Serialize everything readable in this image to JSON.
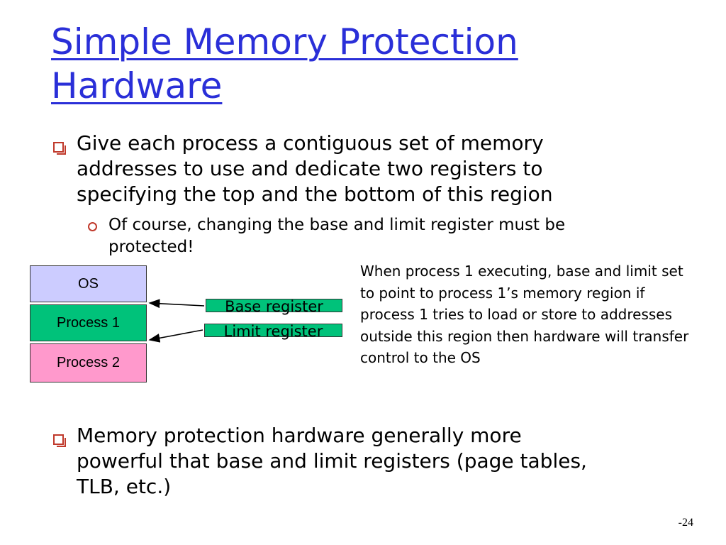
{
  "slide": {
    "title": "Simple Memory Protection Hardware",
    "bullets": [
      {
        "text": " Give each process a contiguous set of memory addresses to use and dedicate two registers to specifying the top and the bottom of this region",
        "sub": "Of course, changing the base and limit register must be protected!"
      },
      {
        "text": "Memory protection hardware generally more powerful that base and limit registers (page tables, TLB, etc.)"
      }
    ],
    "diagram": {
      "blocks": [
        "OS",
        "Process 1",
        "Process 2"
      ],
      "registers": [
        "Base register",
        "Limit register"
      ],
      "block_colors": [
        "#ccccff",
        "#00c27a",
        "#ff99cc"
      ],
      "note": "When process 1 executing, base and limit set to point to process 1’s memory region if process 1 tries to load or store to addresses outside this region then hardware will transfer control to the OS"
    },
    "page_number": "-24",
    "accent_color": "#2a2fd8",
    "bullet_color": "#c0392b"
  }
}
